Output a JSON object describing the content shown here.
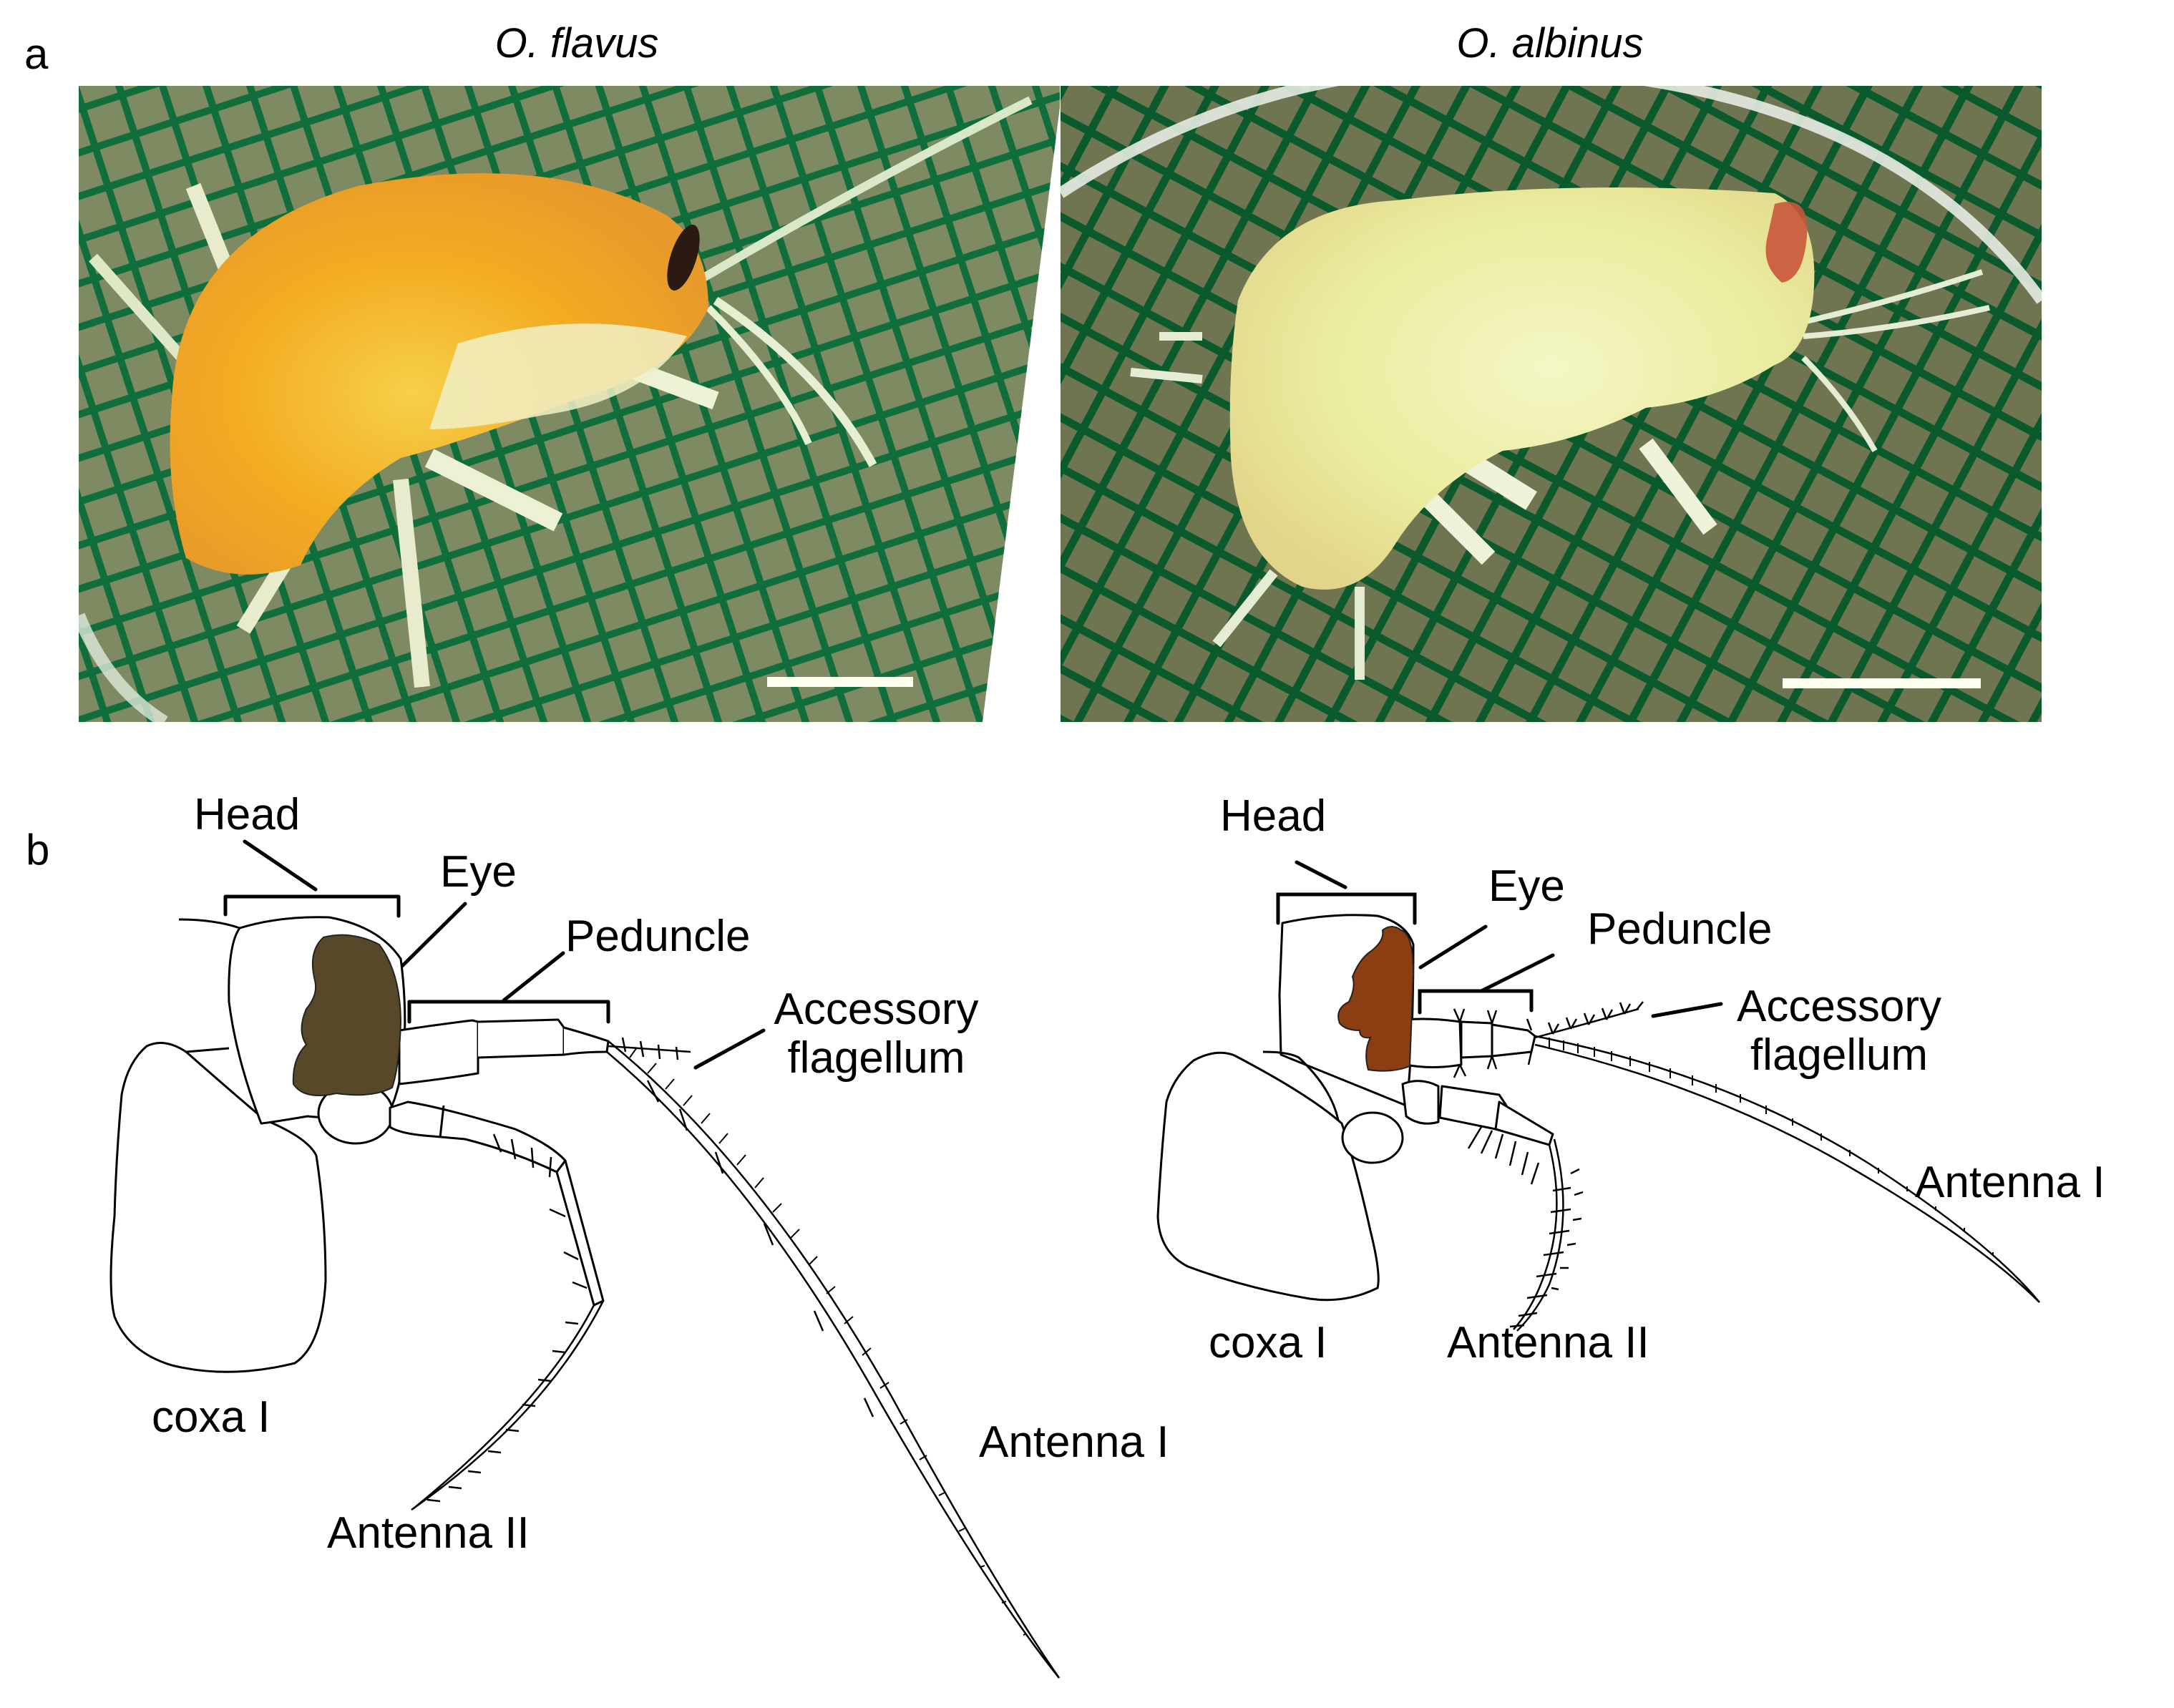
{
  "figure": {
    "panel_a": {
      "letter": "a",
      "photos": [
        {
          "species": "O. flavus",
          "body_color": "#f4b020",
          "eye_color": "#2b1a12",
          "background_grid_color": "#0e6b3a",
          "scale_bar": true
        },
        {
          "species": "O. albinus",
          "body_color": "#eef0b0",
          "eye_color": "#c9553a",
          "background_grid_color": "#0e6b3a",
          "scale_bar": true
        }
      ]
    },
    "panel_b": {
      "letter": "b",
      "drawings": [
        {
          "species_ref": "O. flavus",
          "eye_fill": "#574829",
          "labels": {
            "head": "Head",
            "eye": "Eye",
            "peduncle": "Peduncle",
            "accessory_1": "Accessory",
            "accessory_2": "flagellum",
            "coxa": "coxa I",
            "antenna_1": "Antenna I",
            "antenna_2": "Antenna II"
          }
        },
        {
          "species_ref": "O. albinus",
          "eye_fill": "#8b3e12",
          "labels": {
            "head": "Head",
            "eye": "Eye",
            "peduncle": "Peduncle",
            "accessory_1": "Accessory",
            "accessory_2": "flagellum",
            "coxa": "coxa I",
            "antenna_1": "Antenna I",
            "antenna_2": "Antenna II"
          }
        }
      ]
    }
  }
}
